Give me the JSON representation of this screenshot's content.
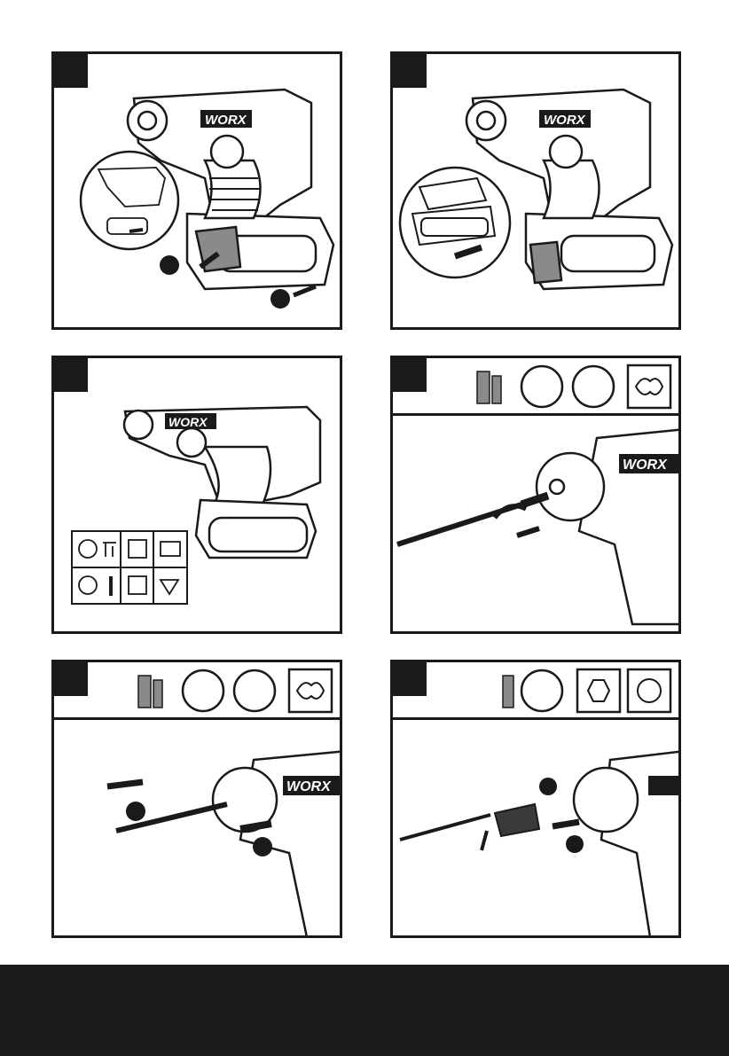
{
  "brand": "WORX",
  "colors": {
    "ink": "#1a1a1a",
    "paper": "#ffffff",
    "shade": "#8a8a8a",
    "light": "#d9d9d9"
  },
  "panels": [
    {
      "id": "fig1",
      "icons": [],
      "callouts": [
        "",
        ""
      ]
    },
    {
      "id": "fig2",
      "icons": []
    },
    {
      "id": "fig3",
      "icons": [
        "mode-dial-icon",
        "hammer-drill-icon",
        "brick-icon",
        "wall-icon",
        "mode-dial-icon",
        "drill-bit-icon",
        "wood-icon",
        "steel-icon"
      ]
    },
    {
      "id": "fig4",
      "icons": [
        "hammer-drill-icon",
        "battery-remove-icon",
        "gloves-icon",
        "sds-shank-icon"
      ]
    },
    {
      "id": "fig5",
      "icons": [
        "hammer-drill-icon",
        "battery-remove-icon",
        "gloves-icon",
        "sds-shank-icon"
      ],
      "callouts": [
        "",
        ""
      ]
    },
    {
      "id": "fig6",
      "icons": [
        "drill-bit-icon",
        "battery-remove-icon",
        "hex-shank-icon",
        "round-shank-icon"
      ],
      "callouts": [
        "",
        ""
      ]
    }
  ]
}
